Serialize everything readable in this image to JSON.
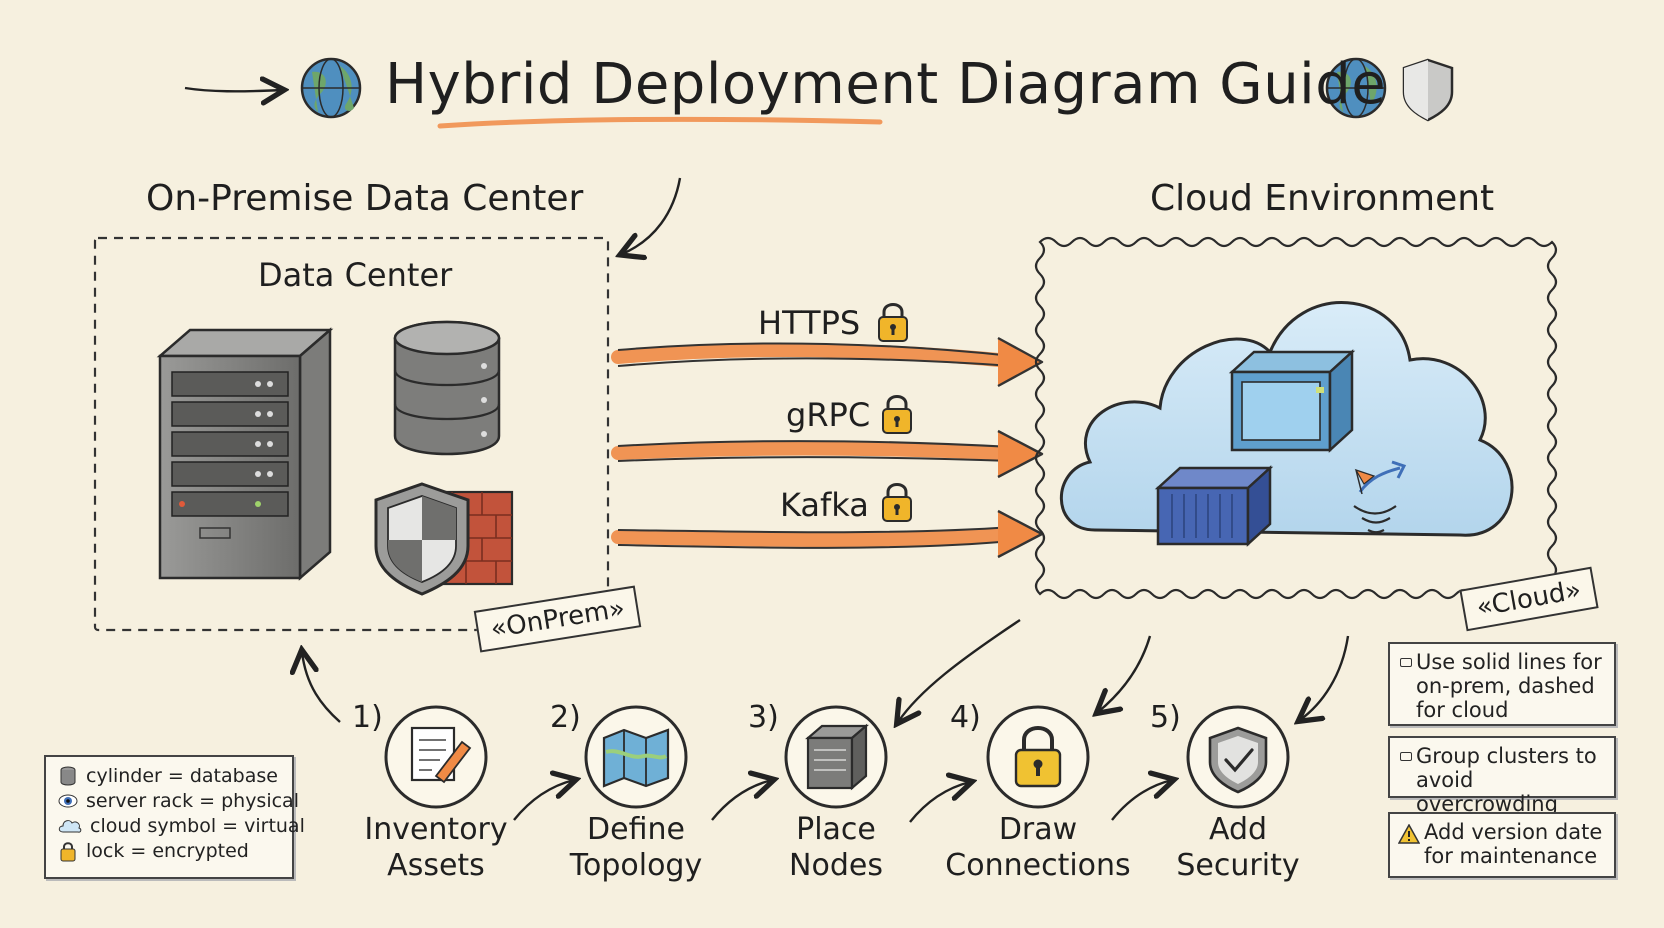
{
  "title": "Hybrid Deployment Diagram Guide",
  "onprem": {
    "section_title": "On-Premise Data Center",
    "box_label": "Data Center",
    "stereotype": "«OnPrem»"
  },
  "cloud": {
    "section_title": "Cloud Environment",
    "stereotype": "«Cloud»"
  },
  "connections": [
    {
      "label": "HTTPS",
      "icon": "lock-icon"
    },
    {
      "label": "gRPC",
      "icon": "lock-icon"
    },
    {
      "label": "Kafka",
      "icon": "lock-icon"
    }
  ],
  "steps": [
    {
      "number": "1)",
      "label_line1": "Inventory",
      "label_line2": "Assets",
      "icon": "document-pen-icon"
    },
    {
      "number": "2)",
      "label_line1": "Define",
      "label_line2": "Topology",
      "icon": "map-icon"
    },
    {
      "number": "3)",
      "label_line1": "Place",
      "label_line2": "Nodes",
      "icon": "server-box-icon"
    },
    {
      "number": "4)",
      "label_line1": "Draw",
      "label_line2": "Connections",
      "icon": "lock-icon"
    },
    {
      "number": "5)",
      "label_line1": "Add",
      "label_line2": "Security",
      "icon": "shield-check-icon"
    }
  ],
  "legend": [
    {
      "icon": "cylinder-icon",
      "text": "cylinder = database"
    },
    {
      "icon": "eye-icon",
      "text": "server rack = physical"
    },
    {
      "icon": "cloud-icon",
      "text": "cloud symbol = virtual"
    },
    {
      "icon": "lock-icon",
      "text": "lock = encrypted"
    }
  ],
  "tips": [
    {
      "line1": "Use solid lines for",
      "line2": "on-prem, dashed",
      "line3": "for cloud"
    },
    {
      "line1": "Group clusters to",
      "line2": "avoid overcrowding"
    },
    {
      "line1": "Add version date",
      "line2": "for maintenance",
      "icon": "warning-icon"
    }
  ],
  "colors": {
    "background": "#f6f0df",
    "accent_orange": "#f08a45",
    "cloud_blue": "#bfdcef",
    "lock_gold": "#f0b52a"
  }
}
